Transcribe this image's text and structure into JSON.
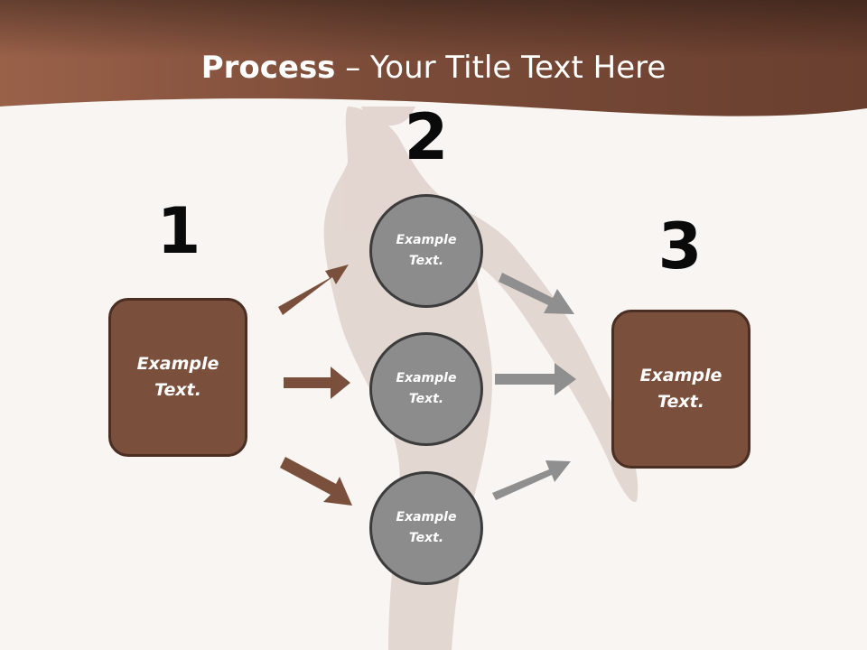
{
  "title": {
    "bold": "Process",
    "rest": " – Your Title Text Here"
  },
  "steps": [
    {
      "number": "1",
      "label": "Example\nText."
    },
    {
      "number": "2",
      "items": [
        "Example\nText.",
        "Example\nText.",
        "Example\nText."
      ]
    },
    {
      "number": "3",
      "label": "Example\nText."
    }
  ],
  "colors": {
    "banner": "#7a4f3c",
    "box": "#7a4f3c",
    "circle": "#8c8c8c",
    "arrow_brown": "#7a4f3c",
    "arrow_gray": "#8f8f8f"
  }
}
